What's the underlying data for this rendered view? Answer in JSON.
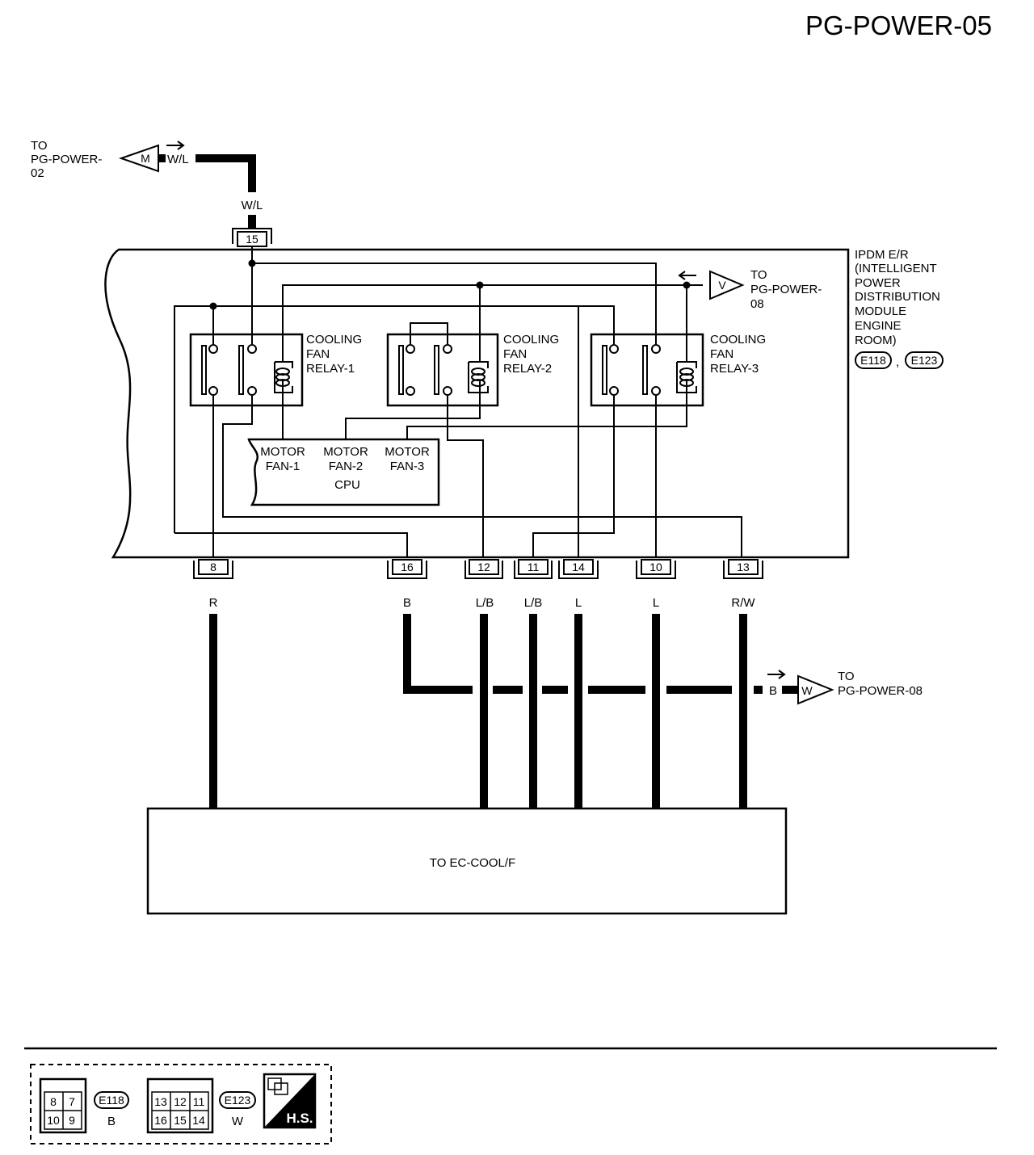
{
  "page_title": "PG-POWER-05",
  "top_connection": {
    "to_label": "TO",
    "to_ref_lines": [
      "PG-POWER-",
      "02"
    ],
    "connector_letter": "M",
    "wire_color": "W/L",
    "vertical_wire_color": "W/L",
    "pin": "15"
  },
  "ipdm": {
    "label_lines": [
      "IPDM E/R",
      "(INTELLIGENT",
      "POWER",
      "DISTRIBUTION",
      "MODULE",
      "ENGINE",
      "ROOM)"
    ],
    "connectors": [
      "E118",
      "E123"
    ],
    "separator": ","
  },
  "v_connection": {
    "to_label": "TO",
    "to_ref_lines": [
      "PG-POWER-",
      "08"
    ],
    "connector_letter": "V"
  },
  "relays": [
    {
      "lines": [
        "COOLING",
        "FAN",
        "RELAY-1"
      ]
    },
    {
      "lines": [
        "COOLING",
        "FAN",
        "RELAY-2"
      ]
    },
    {
      "lines": [
        "COOLING",
        "FAN",
        "RELAY-3"
      ]
    }
  ],
  "cpu": {
    "motors": [
      {
        "l1": "MOTOR",
        "l2": "FAN-1"
      },
      {
        "l1": "MOTOR",
        "l2": "FAN-2"
      },
      {
        "l1": "MOTOR",
        "l2": "FAN-3"
      }
    ],
    "label": "CPU"
  },
  "pins": [
    {
      "num": "8",
      "color": "R"
    },
    {
      "num": "16",
      "color": "B"
    },
    {
      "num": "12",
      "color": "L/B"
    },
    {
      "num": "11",
      "color": "L/B"
    },
    {
      "num": "14",
      "color": "L"
    },
    {
      "num": "10",
      "color": "L"
    },
    {
      "num": "13",
      "color": "R/W"
    }
  ],
  "ground_connection": {
    "wire_color": "B",
    "connector_letter": "W",
    "to_label": "TO",
    "to_ref": "PG-POWER-08"
  },
  "ec_box": {
    "label": "TO EC-COOL/F"
  },
  "legend": {
    "connector1": {
      "pins_top": [
        "8",
        "7"
      ],
      "pins_bottom": [
        "10",
        "9"
      ],
      "id": "E118",
      "color": "B"
    },
    "connector2": {
      "pins_top": [
        "13",
        "12",
        "11"
      ],
      "pins_bottom": [
        "16",
        "15",
        "14"
      ],
      "id": "E123",
      "color": "W"
    },
    "hs_label": "H.S."
  }
}
